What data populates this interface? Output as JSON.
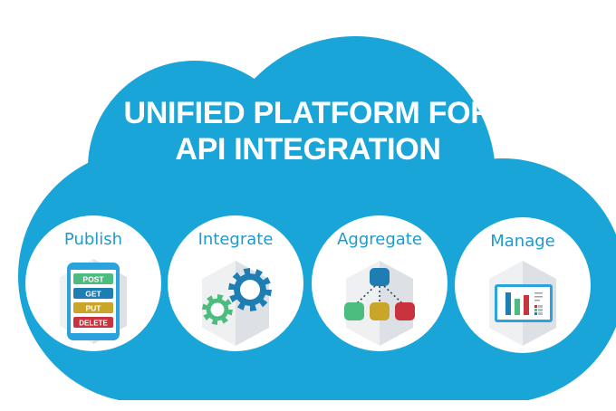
{
  "title": {
    "line1": "UNIFIED PLATFORM FOR",
    "line2": "API INTEGRATION"
  },
  "colors": {
    "cloud": "#1AA5D8",
    "label": "#1D9ACF",
    "green": "#4DBD7F",
    "blue": "#1E7EB4",
    "yellow": "#C9A52A",
    "red": "#C8333F",
    "hex_light": "#EEF0F2",
    "hex_dark": "#DDE1E5"
  },
  "features": [
    {
      "label": "Publish",
      "icon": "phone-http-methods-icon",
      "methods": [
        "POST",
        "GET",
        "PUT",
        "DELETE"
      ]
    },
    {
      "label": "Integrate",
      "icon": "gears-icon"
    },
    {
      "label": "Aggregate",
      "icon": "hierarchy-icon"
    },
    {
      "label": "Manage",
      "icon": "dashboard-chart-icon"
    }
  ]
}
